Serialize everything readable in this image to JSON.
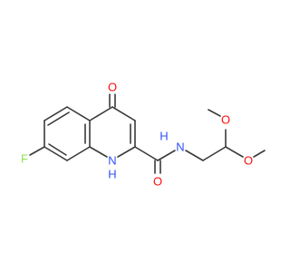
{
  "molecule": {
    "colors": {
      "bond": "#3a3a3a",
      "oxygen": "#ff0d0d",
      "nitrogen": "#3050f8",
      "fluorine": "#90e050",
      "background": "#ffffff"
    },
    "labels": {
      "ring_oxo": "O",
      "amide_oxygen": "O",
      "amide_nitrogen": "N",
      "amide_hydrogen": "H",
      "ring_nitrogen": "N",
      "ring_hydrogen": "H",
      "fluorine": "F",
      "methoxy_oxygen_top": "O",
      "methoxy_oxygen_bottom": "O"
    }
  }
}
